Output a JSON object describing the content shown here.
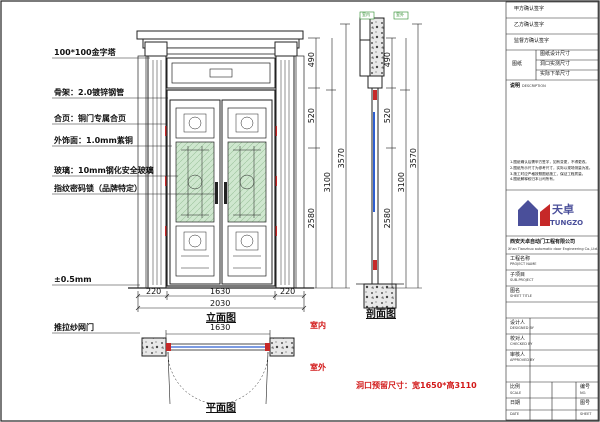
{
  "annotations": {
    "top_post": "100*100金字塔",
    "frame": "骨架：2.0镀锌钢管",
    "hinge": "合页：铜门专属合页",
    "trim": "外饰面：1.0mm紫铜",
    "glass": "玻璃：10mm钢化安全玻璃",
    "lock": "指纹密码锁（品牌特定）",
    "thickness": "±0.5mm",
    "screen": "推拉纱网门"
  },
  "elevation": {
    "title": "立面图",
    "width_total": "2030",
    "width_leaf": "1630",
    "side_left": "220",
    "side_right": "220",
    "dims_right": [
      "490",
      "520",
      "3100",
      "2580",
      "3570"
    ],
    "label_220_right": "220"
  },
  "section": {
    "title": "剖面图",
    "dims": [
      "490",
      "520",
      "3100",
      "2580",
      "3570"
    ],
    "tag_inside": "室内",
    "tag_outside": "室外"
  },
  "plan": {
    "title": "平面图",
    "width": "1630",
    "inside": "室内",
    "outside": "室外"
  },
  "opening_size": "洞口预留尺寸：宽1650*高3110",
  "title_block": {
    "rows_top": [
      "甲方确认签字",
      "乙方确认签字",
      "监督方确认签字"
    ],
    "drawing_label": "图纸",
    "check_rows": [
      "图纸设计尺寸",
      "洞口实测尺寸",
      "实际下单尺寸"
    ],
    "notes_title": "说明",
    "notes_sub": "DESCRIPTION",
    "notes": [
      "1.图纸确认后需甲方签字，如有变更，不得更改。",
      "2.图纸所示尺寸为参考尺寸，实际以现场测量为准。",
      "3.施工时应严格按照图纸施工，保证工程质量。",
      "4.图纸解释权归本公司所有。"
    ],
    "brand": "天卓",
    "brand_en": "TUNGZO",
    "company": "西安天卓自动门工程有限公司",
    "company_en": "Xi'an Tianzhuo automatic door Engineering Co.,Ltd.",
    "fields": [
      {
        "cn": "工程名称",
        "en": "PROJECT NAME"
      },
      {
        "cn": "子项目",
        "en": "SUB-PROJECT"
      },
      {
        "cn": "图名",
        "en": "SHEET TITLE"
      },
      {
        "cn": "设计人",
        "en": "DESIGNED BY"
      },
      {
        "cn": "校对人",
        "en": "CHECKED BY"
      },
      {
        "cn": "审核人",
        "en": "APPROVED BY"
      }
    ],
    "scale_label": "比例",
    "scale_en": "SCALE",
    "number_label": "编号",
    "number_en": "NO.",
    "date_label": "日期",
    "date_en": "DATE",
    "sheet_label": "图号",
    "sheet_en": "SHEET"
  }
}
